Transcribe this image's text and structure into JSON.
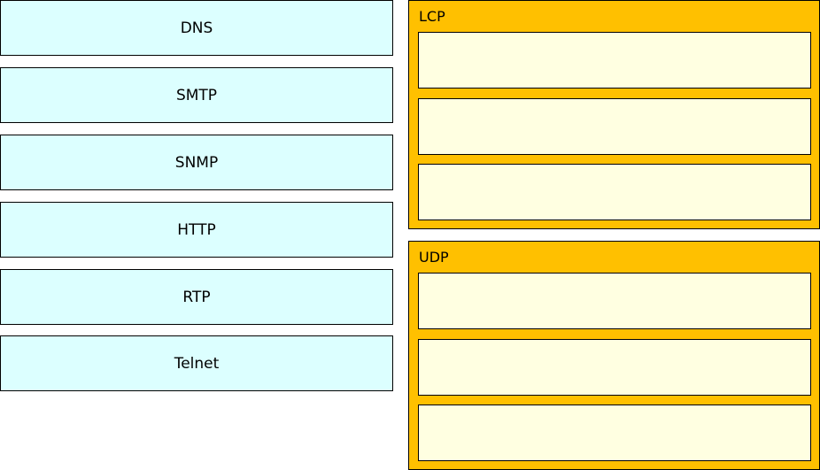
{
  "source_items": [
    {
      "label": "DNS"
    },
    {
      "label": "SMTP"
    },
    {
      "label": "SNMP"
    },
    {
      "label": "HTTP"
    },
    {
      "label": "RTP"
    },
    {
      "label": "Telnet"
    }
  ],
  "target_groups": [
    {
      "label": "LCP",
      "slots": 3
    },
    {
      "label": "UDP",
      "slots": 3
    }
  ],
  "colors": {
    "source_fill": "#dcffff",
    "group_fill": "#ffc000",
    "slot_fill": "#ffffe1",
    "border": "#000000"
  }
}
